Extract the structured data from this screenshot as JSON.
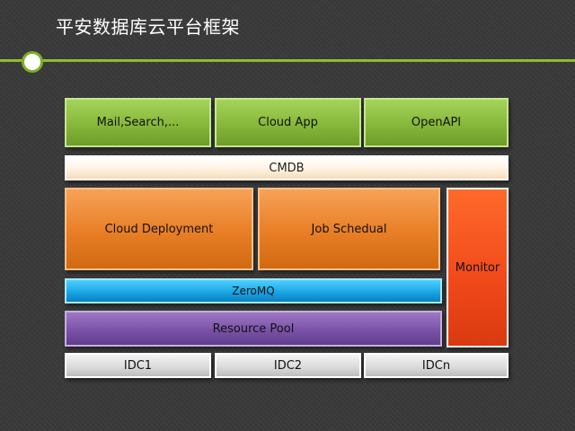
{
  "title": "平安数据库云平台框架",
  "layers": {
    "apps": [
      "Mail,Search,...",
      "Cloud App",
      "OpenAPI"
    ],
    "cmdb": "CMDB",
    "services": [
      "Cloud Deployment",
      "Job Schedual"
    ],
    "monitor": "Monitor",
    "messaging": "ZeroMQ",
    "resource": "Resource Pool",
    "idcs": [
      "IDC1",
      "IDC2",
      "IDCn"
    ]
  }
}
